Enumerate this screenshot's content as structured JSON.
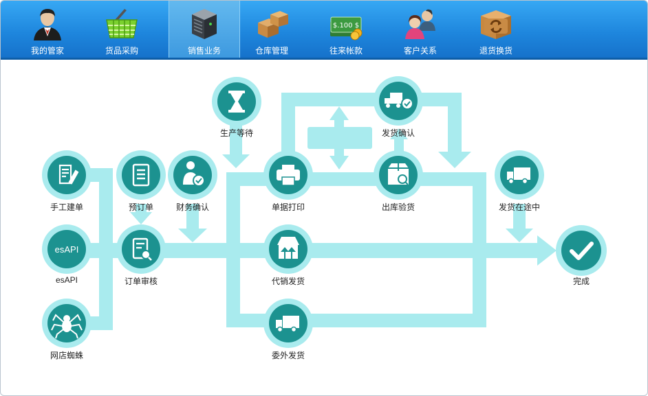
{
  "nav": {
    "active_index": 2,
    "items": [
      {
        "label": "我的管家",
        "icon": "butler-avatar-icon"
      },
      {
        "label": "货品采购",
        "icon": "shopping-basket-icon"
      },
      {
        "label": "销售业务",
        "icon": "server-rack-icon"
      },
      {
        "label": "仓库管理",
        "icon": "cardboard-boxes-icon"
      },
      {
        "label": "往来帐款",
        "icon": "money-bills-icon"
      },
      {
        "label": "客户关系",
        "icon": "customers-group-icon"
      },
      {
        "label": "退货换货",
        "icon": "return-box-icon"
      }
    ]
  },
  "money_icon_text": "$.100 $",
  "colors": {
    "nav_bar": "#1e86dd",
    "nav_active": "#4fa9e8",
    "flow_line": "#a9ebee",
    "node_ring": "#a9ebee",
    "node_fill": "#1c9290",
    "node_icon": "#ffffff",
    "label_text": "#222222"
  },
  "flow": {
    "nodes": {
      "manual_order": {
        "label": "手工建单",
        "icon": "document-pen-icon"
      },
      "pre_order": {
        "label": "预订单",
        "icon": "list-document-icon"
      },
      "finance_confirm": {
        "label": "财务确认",
        "icon": "user-check-icon"
      },
      "production_wait": {
        "label": "生产等待",
        "icon": "hourglass-icon"
      },
      "print_docs": {
        "label": "单据打印",
        "icon": "printer-icon"
      },
      "ship_confirm": {
        "label": "发货确认",
        "icon": "truck-check-icon"
      },
      "outbound_inspect": {
        "label": "出库验货",
        "icon": "box-search-icon"
      },
      "in_transit": {
        "label": "发货在途中",
        "icon": "truck-icon"
      },
      "esapi": {
        "label": "esAPI",
        "icon_text": "esAPI"
      },
      "order_review": {
        "label": "订单审核",
        "icon": "document-search-icon"
      },
      "consign_ship": {
        "label": "代销发货",
        "icon": "store-arrows-icon"
      },
      "done": {
        "label": "完成",
        "icon": "checkmark-icon"
      },
      "web_spider": {
        "label": "网店蜘蛛",
        "icon": "spider-icon"
      },
      "outsource_ship": {
        "label": "委外发货",
        "icon": "truck-icon"
      }
    }
  }
}
